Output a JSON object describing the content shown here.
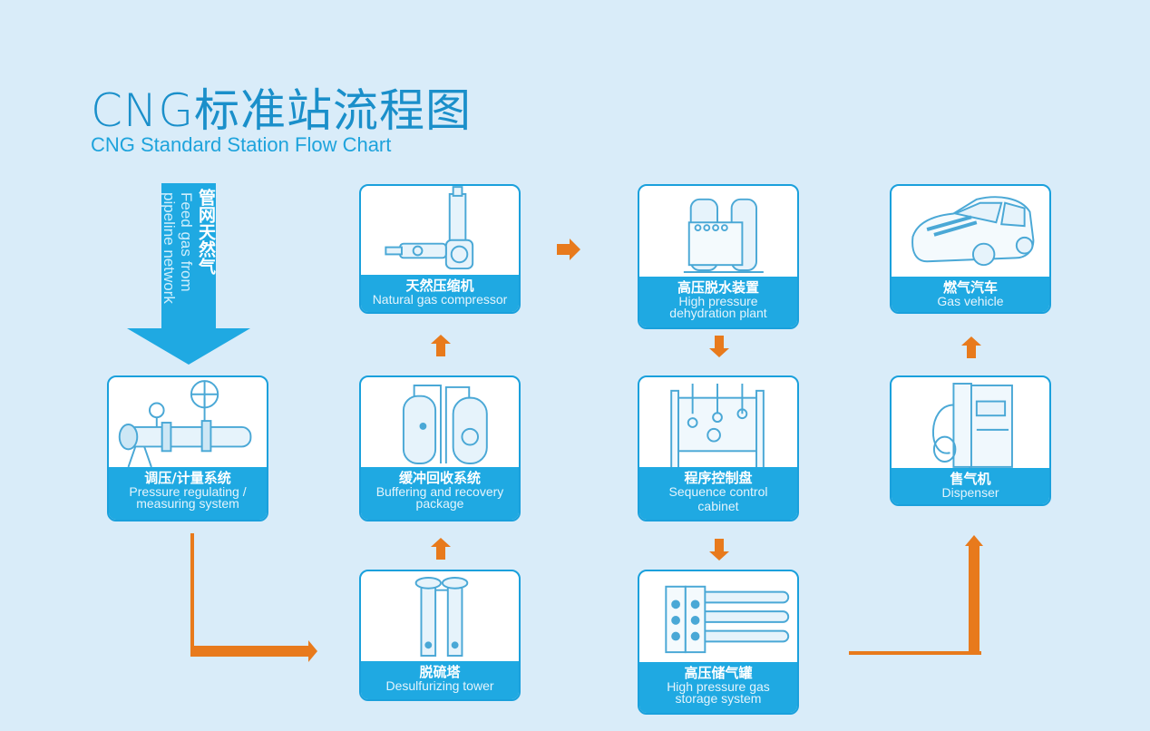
{
  "header": {
    "title_cn": "CNG标准站流程图",
    "title_en": "CNG Standard Station Flow Chart"
  },
  "feed": {
    "label_cn": "管网天然气",
    "label_en_line1": "Feed gas from",
    "label_en_line2": "pipeline network"
  },
  "nodes": {
    "pressure_regulating": {
      "cn": "调压/计量系统",
      "en1": "Pressure regulating /",
      "en2": "measuring system"
    },
    "desulfurizing": {
      "cn": "脱硫塔",
      "en1": "Desulfurizing tower",
      "en2": ""
    },
    "buffering": {
      "cn": "缓冲回收系统",
      "en1": "Buffering and recovery",
      "en2": "package"
    },
    "compressor": {
      "cn": "天然压缩机",
      "en1": "Natural gas compressor",
      "en2": ""
    },
    "dehydration": {
      "cn": "高压脱水装置",
      "en1": "High pressure",
      "en2": "dehydration plant"
    },
    "sequence": {
      "cn": "程序控制盘",
      "en1": "Sequence control",
      "en2": "cabinet"
    },
    "storage": {
      "cn": "高压储气罐",
      "en1": "High pressure gas",
      "en2": "storage system"
    },
    "dispenser": {
      "cn": "售气机",
      "en1": "Dispenser",
      "en2": ""
    },
    "vehicle": {
      "cn": "燃气汽车",
      "en1": "Gas vehicle",
      "en2": ""
    }
  },
  "colors": {
    "background": "#d9ecf9",
    "accent_blue": "#1fa9e2",
    "arrow_orange": "#e87a1c",
    "sketch_blue": "#4aa8d6"
  }
}
